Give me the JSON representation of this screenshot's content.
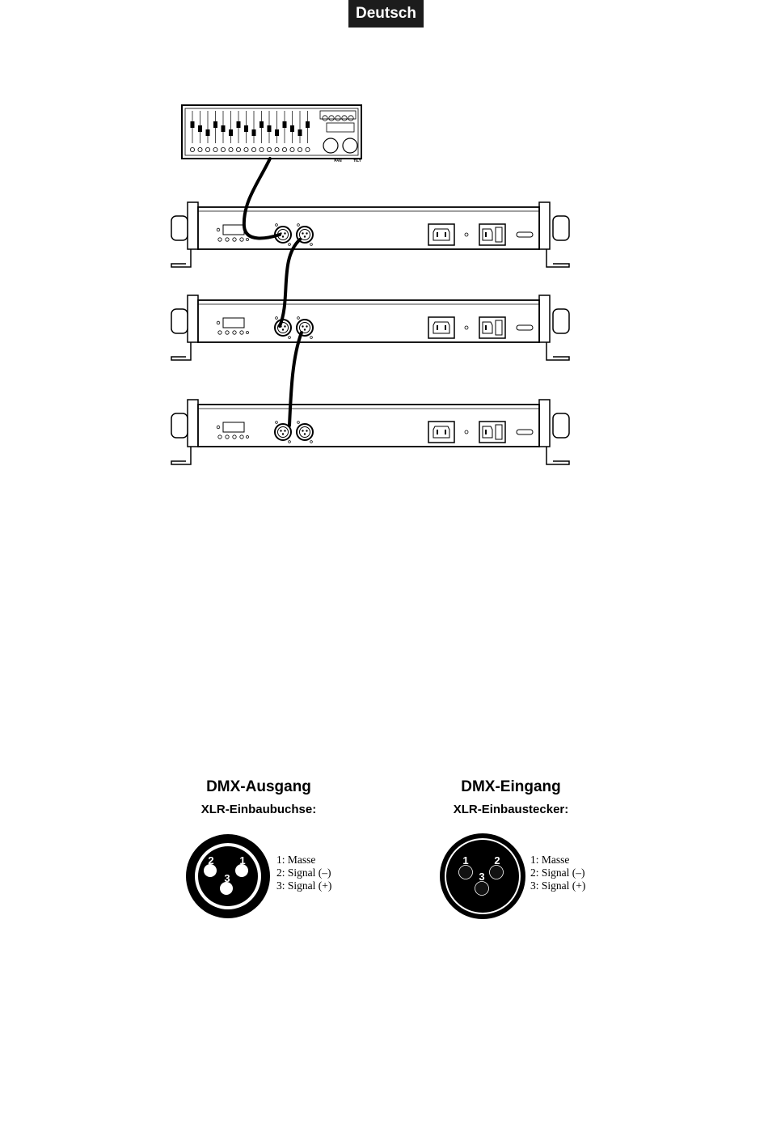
{
  "header": {
    "language_badge": "Deutsch"
  },
  "diagram": {
    "fixtures": 3,
    "controller_knob_labels": [
      "PAN",
      "TILT"
    ]
  },
  "connectors": [
    {
      "title": "DMX-Ausgang",
      "subtitle": "XLR-Einbaubuchse:",
      "pins": [
        "1: Masse",
        "2: Signal (–)",
        "3: Signal (+)"
      ],
      "pin_numbers": [
        "2",
        "1",
        "3"
      ]
    },
    {
      "title": "DMX-Eingang",
      "subtitle": "XLR-Einbaustecker:",
      "pins": [
        "1: Masse",
        "2: Signal (–)",
        "3: Signal (+)"
      ],
      "pin_numbers": [
        "1",
        "2",
        "3"
      ]
    }
  ]
}
